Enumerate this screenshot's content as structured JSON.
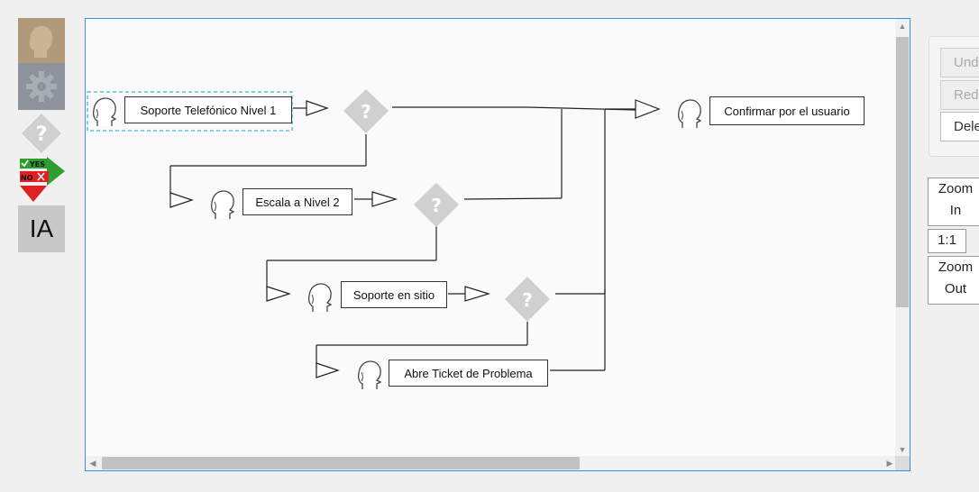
{
  "palette": {
    "items": [
      {
        "icon": "person-icon",
        "color": "#b09a7a"
      },
      {
        "icon": "gear-icon",
        "color": "#8e939b"
      },
      {
        "icon": "question-diamond-icon",
        "color": "#d0d0d0"
      },
      {
        "icon": "yes-no-decision-icon",
        "yes": "YES",
        "no": "NO",
        "yes_color": "#2e9e2e",
        "no_color": "#e02020"
      },
      {
        "icon": "ia-icon",
        "label": "IA"
      }
    ]
  },
  "diagram": {
    "nodes": [
      {
        "id": "n1",
        "label": "Soporte Telefónico Nivel 1"
      },
      {
        "id": "n2",
        "label": "Escala a Nivel 2"
      },
      {
        "id": "n3",
        "label": "Soporte en sitio"
      },
      {
        "id": "n4",
        "label": "Abre Ticket de Problema"
      },
      {
        "id": "n5",
        "label": "Confirmar por el usuario"
      }
    ],
    "decision_symbol": "?",
    "selection_color": "#3fb9d6"
  },
  "edit": {
    "undo_label": "Undo",
    "redo_label": "Redo",
    "delete_label": "Delete"
  },
  "zoom": {
    "in_label_1": "Zoom",
    "in_label_2": "In",
    "reset_label": "1:1",
    "out_label_1": "Zoom",
    "out_label_2": "Out"
  }
}
